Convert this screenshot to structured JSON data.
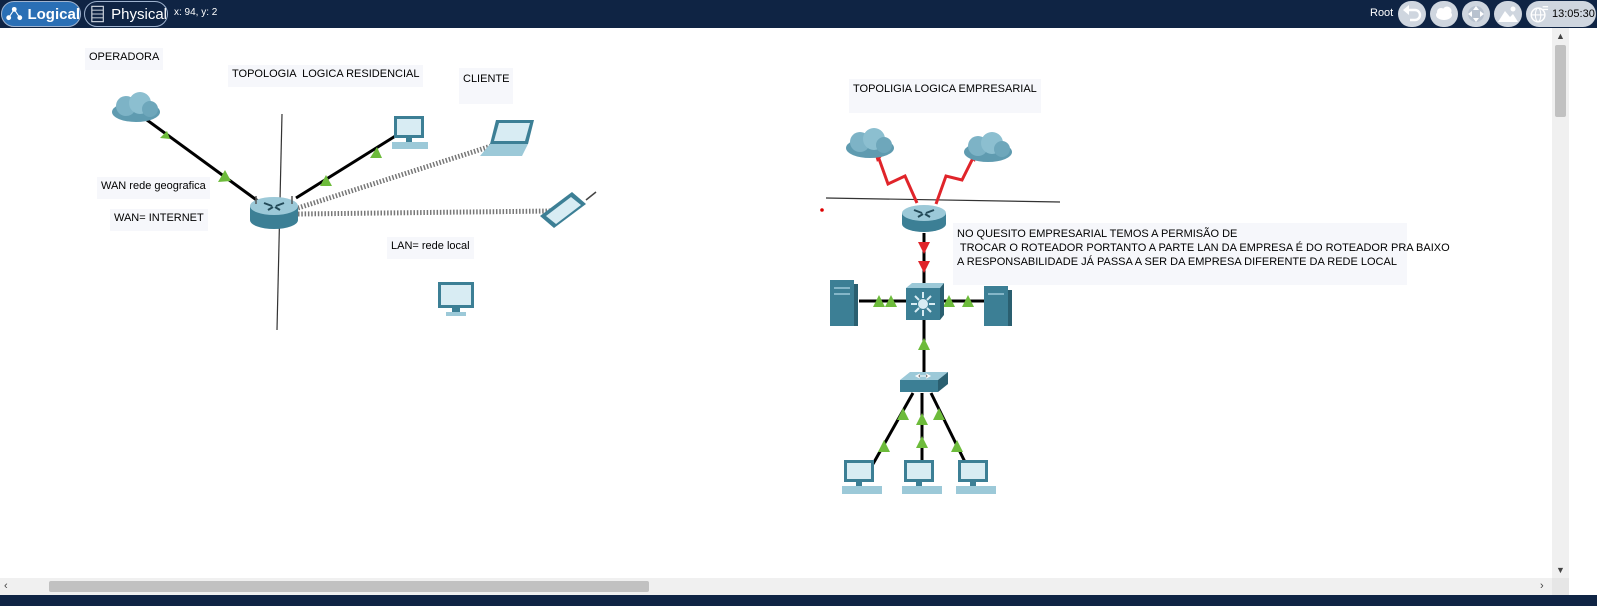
{
  "tabs": {
    "logical": "Logical",
    "physical": "Physical"
  },
  "coords": "x: 94, y: 2",
  "toolbar": {
    "root": "Root",
    "time": "13:05:30"
  },
  "notes": {
    "operadora": "OPERADORA",
    "topologia_residencial": "TOPOLOGIA  LOGICA RESIDENCIAL",
    "cliente": "CLIENTE",
    "wan_geo": "WAN rede geografica",
    "wan_internet": "WAN= INTERNET",
    "lan": "LAN= rede local",
    "topologia_empresarial": "TOPOLIGIA LOGICA EMPRESARIAL",
    "quesito": "NO QUESITO EMPRESARIAL TEMOS A PERMISÃO DE\n TROCAR O ROTEADOR PORTANTO A PARTE LAN DA EMPRESA É DO ROTEADOR PRA BAIXO\nA RESPONSABILIDADE JÁ PASSA A SER DA EMPRESA DIFERENTE DA REDE LOCAL"
  },
  "colors": {
    "topbar": "#0f2444",
    "logical_tab": "#2a6fb5",
    "link_up": "#6dbb3b",
    "serial_link": "#e0242a",
    "device_teal": "#3c8aa3"
  },
  "icons": {
    "logical": "logical-topology-icon",
    "physical": "physical-view-icon",
    "back": "back-arrow-icon",
    "cloud": "cloud-icon",
    "move": "move-icon",
    "image": "landscape-icon",
    "network": "globe-network-icon"
  }
}
